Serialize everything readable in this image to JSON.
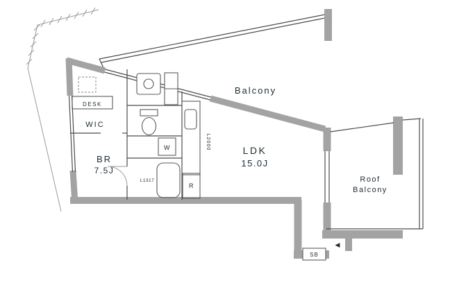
{
  "floorplan": {
    "rooms": {
      "balcony": "Balcony",
      "ldk": "LDK",
      "ldk_size": "15.0J",
      "bedroom": "BR",
      "bedroom_size": "7.5J",
      "wic": "WIC",
      "desk": "DESK",
      "roof_balcony_line1": "Roof",
      "roof_balcony_line2": "Balcony"
    },
    "fixtures": {
      "washer": "W",
      "refrigerator": "R",
      "bathtub": "L1317",
      "kitchen_counter": "L2000",
      "shoe_box": "SB",
      "entrance_arrow": "◀"
    },
    "colors": {
      "wall": "#a3a3a3",
      "line": "#4a4a4a",
      "text": "#1c2b33",
      "background": "#ffffff"
    }
  }
}
